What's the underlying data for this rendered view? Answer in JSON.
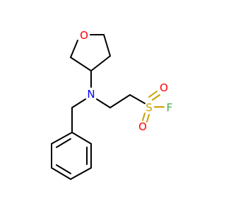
{
  "molecule": {
    "atoms": {
      "ring_oxygen": "O",
      "amine_nitrogen": "N",
      "sulfur": "S",
      "sulfonyl_oxygen_top": "O",
      "sulfonyl_oxygen_bottom": "O",
      "fluorine": "F"
    },
    "colors": {
      "bond": "#000000",
      "oxygen": "#ff0000",
      "nitrogen": "#0000ff",
      "sulfur": "#c8a000",
      "fluorine": "#40b040",
      "background": "#ffffff"
    }
  }
}
